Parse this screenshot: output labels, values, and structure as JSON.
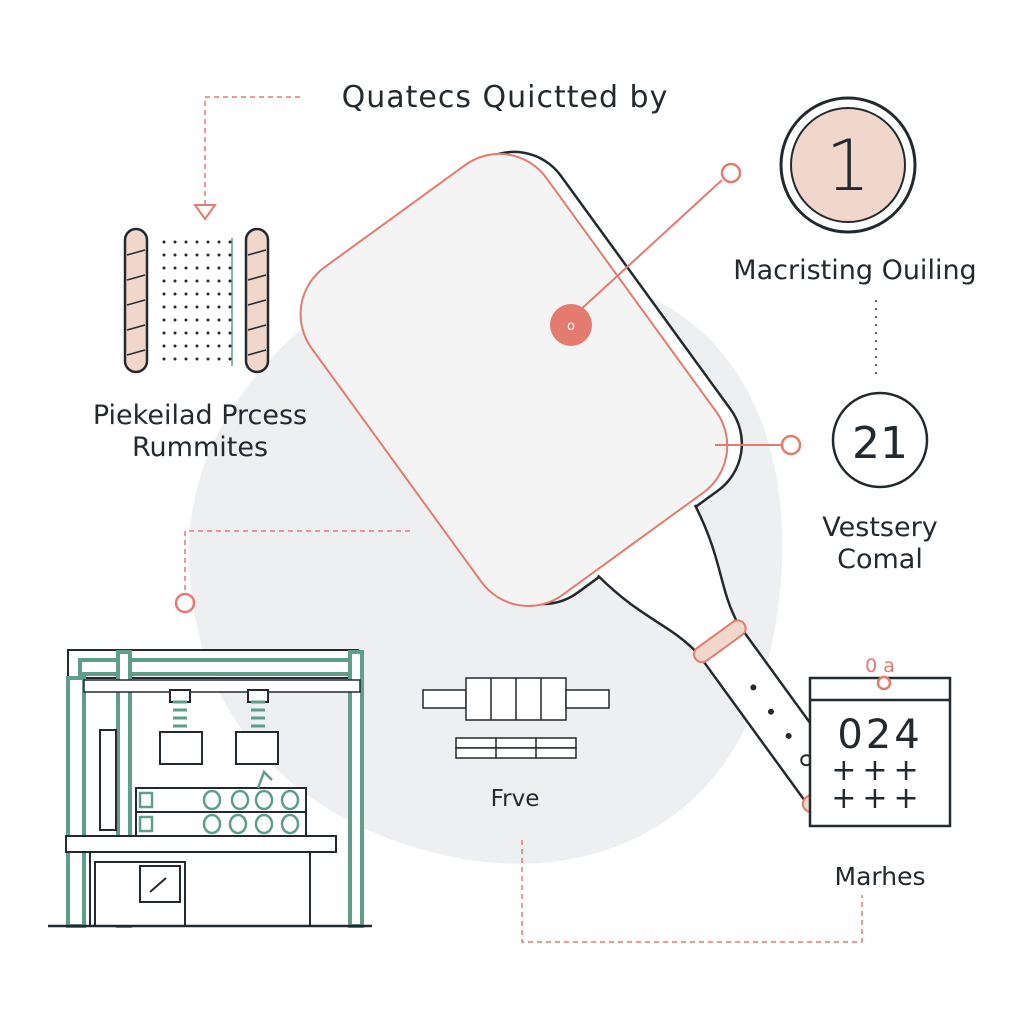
{
  "title": "Quatecs Quictted by",
  "left_label": [
    "Piekeilad Prcess",
    "Rummites"
  ],
  "right_top_label": "Macristing Ouiling",
  "right_mid_label": [
    "Vestsery",
    "Comal"
  ],
  "center_label": "Frve",
  "calendar_label": "Marhes",
  "badge_top": "1",
  "badge_mid": "21",
  "paddle_dot": "o",
  "calendar_top": "0 a",
  "calendar_number": "024",
  "calendar_marks": [
    "+++",
    "+++"
  ],
  "colors": {
    "accent": "#e37b6f",
    "peach": "#f1d6cb",
    "teal": "#5e9e8a",
    "ink": "#22292f",
    "blob": "#eeeff0"
  },
  "icons": [
    "paddle-icon",
    "perforated-core-icon",
    "press-machine-icon",
    "roller-icon",
    "calendar-icon"
  ]
}
